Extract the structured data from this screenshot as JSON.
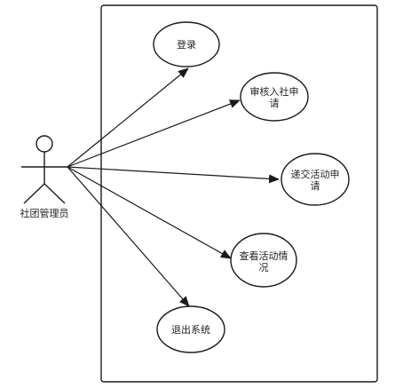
{
  "diagram": {
    "type": "use-case",
    "actor": {
      "name": "社团管理员"
    },
    "use_cases": [
      {
        "id": "login",
        "lines": [
          "登录"
        ]
      },
      {
        "id": "review-application",
        "lines": [
          "审核入社申",
          "请"
        ]
      },
      {
        "id": "submit-activity-application",
        "lines": [
          "递交活动申",
          "请"
        ]
      },
      {
        "id": "view-activity-status",
        "lines": [
          "查看活动情",
          "况"
        ]
      },
      {
        "id": "logout",
        "lines": [
          "退出系统"
        ]
      }
    ],
    "colors": {
      "stroke": "#1a1a1a",
      "background": "#ffffff",
      "text": "#222222"
    }
  }
}
